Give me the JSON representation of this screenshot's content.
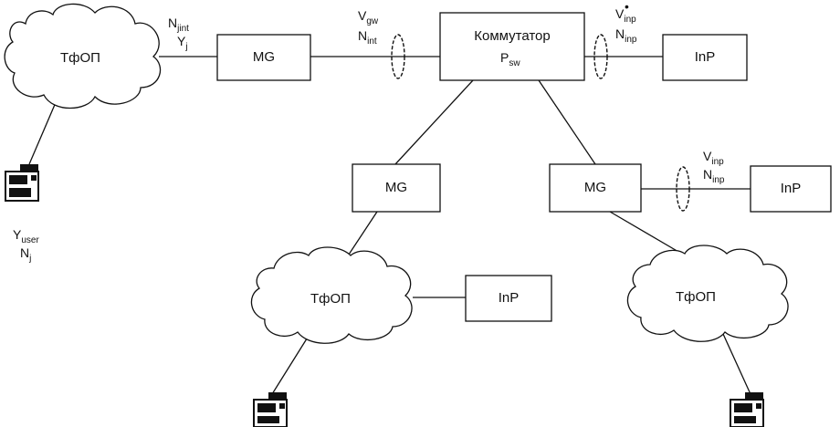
{
  "nodes": {
    "pstn_main": "ТфОП",
    "pstn_left": "ТфОП",
    "pstn_right": "ТфОП",
    "mg_top": "MG",
    "mg_left": "MG",
    "mg_right": "MG",
    "switch": {
      "name": "Коммутатор",
      "param": "P",
      "param_sub": "sw"
    },
    "inp_top": "InP",
    "inp_right": "InP",
    "inp_bottom": "InP"
  },
  "labels": {
    "n_jint": {
      "base": "N",
      "sub": "jint"
    },
    "y_j": {
      "base": "Y",
      "sub": "j"
    },
    "v_gw": {
      "base": "V",
      "sub": "gw"
    },
    "n_int": {
      "base": "N",
      "sub": "int"
    },
    "v_inp_star": {
      "base": "V",
      "sub": "inp",
      "sup": "•"
    },
    "n_inp_top": {
      "base": "N",
      "sub": "inp"
    },
    "v_inp": {
      "base": "V",
      "sub": "inp"
    },
    "n_inp_right": {
      "base": "N",
      "sub": "inp"
    },
    "y_user": {
      "base": "Y",
      "sub": "user"
    },
    "n_j": {
      "base": "N",
      "sub": "j"
    }
  },
  "terminal_icon": "telephone-terminal-icon"
}
